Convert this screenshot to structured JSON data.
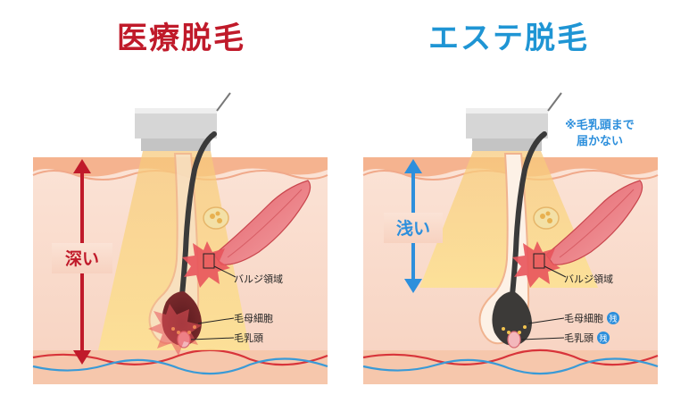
{
  "left_panel": {
    "title": "医療脱毛",
    "title_color": "#c01a2a",
    "depth_label": "深い",
    "depth_color": "#c01a2a",
    "labels": {
      "bulge": "バルジ領域",
      "matrix": "毛母細胞",
      "papilla": "毛乳頭"
    }
  },
  "right_panel": {
    "title": "エステ脱毛",
    "title_color": "#1f95d4",
    "depth_label": "浅い",
    "depth_color": "#2d8fdc",
    "note_line1": "※毛乳頭まで",
    "note_line2": "届かない",
    "labels": {
      "bulge": "バルジ領域",
      "matrix": "毛母細胞",
      "papilla": "毛乳頭",
      "matrix_badge": "残",
      "papilla_badge": "残"
    }
  }
}
